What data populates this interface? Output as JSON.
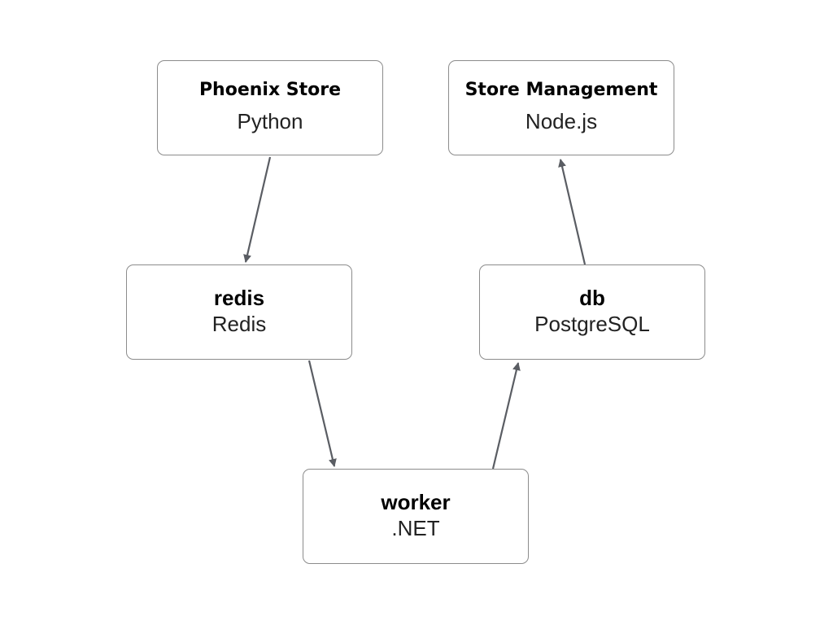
{
  "colors": {
    "node_border": "#8c8c8c",
    "edge": "#5a5d63",
    "background": "#ffffff"
  },
  "nodes": [
    {
      "id": "phoenix-store",
      "title": "Phoenix Store",
      "subtitle": "Python"
    },
    {
      "id": "store-management",
      "title": "Store Management",
      "subtitle": "Node.js"
    },
    {
      "id": "redis",
      "title": "redis",
      "subtitle": "Redis"
    },
    {
      "id": "db",
      "title": "db",
      "subtitle": "PostgreSQL"
    },
    {
      "id": "worker",
      "title": "worker",
      "subtitle": ".NET"
    }
  ],
  "edges": [
    {
      "from": "phoenix-store",
      "to": "redis"
    },
    {
      "from": "redis",
      "to": "worker"
    },
    {
      "from": "worker",
      "to": "db"
    },
    {
      "from": "db",
      "to": "store-management"
    }
  ]
}
